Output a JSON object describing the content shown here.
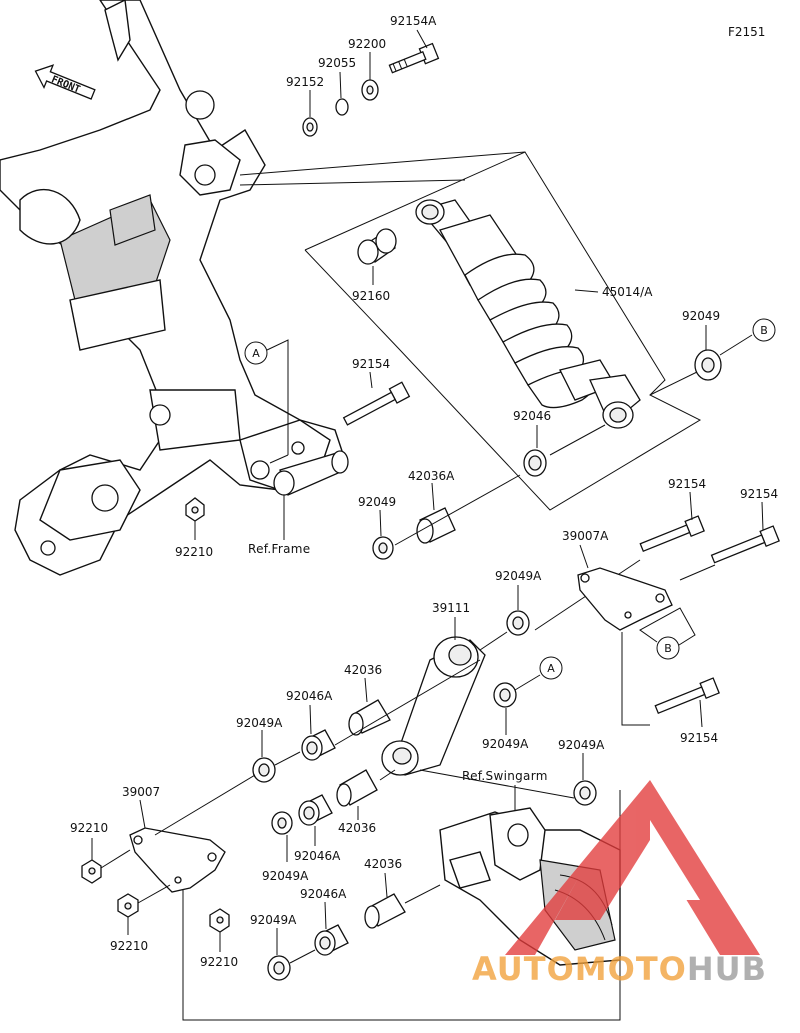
{
  "figure_code": "F2151",
  "front_label": "FRONT",
  "callouts": {
    "p92154A": "92154A",
    "p92200": "92200",
    "p92055": "92055",
    "p92152": "92152",
    "p45014A": "45014/A",
    "p92160": "92160",
    "p92049_top": "92049",
    "p92154_a": "92154",
    "p92046": "92046",
    "p42036A": "42036A",
    "p92049_mid": "92049",
    "p92210_top": "92210",
    "ref_frame": "Ref.Frame",
    "p92154_right1": "92154",
    "p92154_right2": "92154",
    "p39007A": "39007A",
    "p92049A_1": "92049A",
    "p39111": "39111",
    "p42036_1": "42036",
    "p92046A_1": "92046A",
    "p92049A_2": "92049A",
    "p92049A_3": "92049A",
    "p92049A_4": "92049A",
    "p92154_bottom": "92154",
    "ref_swingarm": "Ref.Swingarm",
    "p39007": "39007",
    "p92210_1": "92210",
    "p42036_2": "42036",
    "p92046A_2": "92046A",
    "p92049A_5": "92049A",
    "p92210_2": "92210",
    "p42036_3": "42036",
    "p92046A_3": "92046A",
    "p92049A_6": "92049A",
    "p92210_3": "92210"
  },
  "circle_refs": {
    "A_top": "A",
    "B_top": "B",
    "A_mid": "A",
    "B_mid": "B"
  },
  "watermark": {
    "part1": "AUTO",
    "part2": "MOTO",
    "part3": "HUB",
    "color_red": "#e23b3b",
    "color_orange": "#f2a13a",
    "color_gray": "#9a9a9a"
  }
}
